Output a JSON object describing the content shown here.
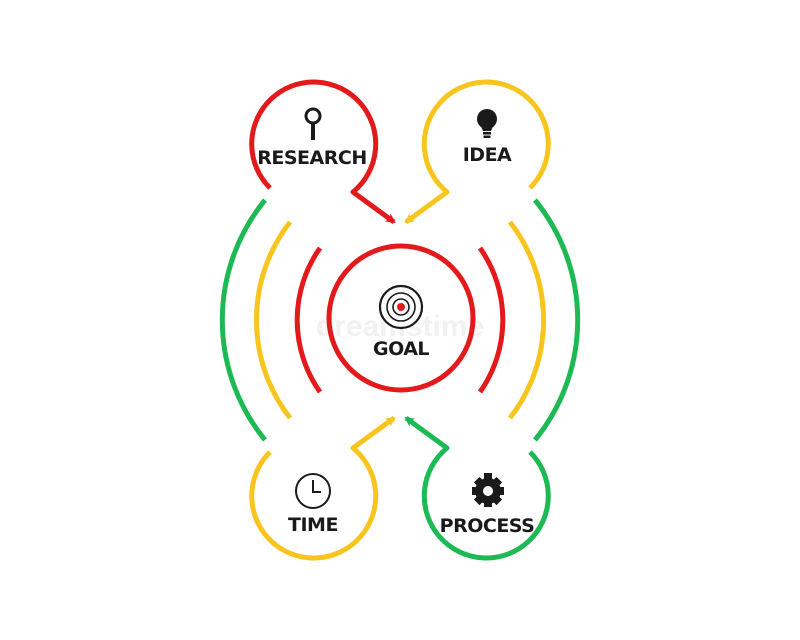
{
  "colors": {
    "red": "#e3191b",
    "yellow": "#f7c51d",
    "green": "#1db954",
    "ink": "#1a1a1a"
  },
  "nodes": {
    "research": {
      "label": "RESEARCH",
      "icon": "magnifier-icon",
      "color": "red"
    },
    "idea": {
      "label": "IDEA",
      "icon": "lightbulb-icon",
      "color": "yellow"
    },
    "goal": {
      "label": "GOAL",
      "icon": "target-icon",
      "color": "red"
    },
    "time": {
      "label": "TIME",
      "icon": "clock-icon",
      "color": "yellow"
    },
    "process": {
      "label": "PROCESS",
      "icon": "gear-icon",
      "color": "green"
    }
  },
  "watermark": {
    "text": "dreamstime"
  }
}
